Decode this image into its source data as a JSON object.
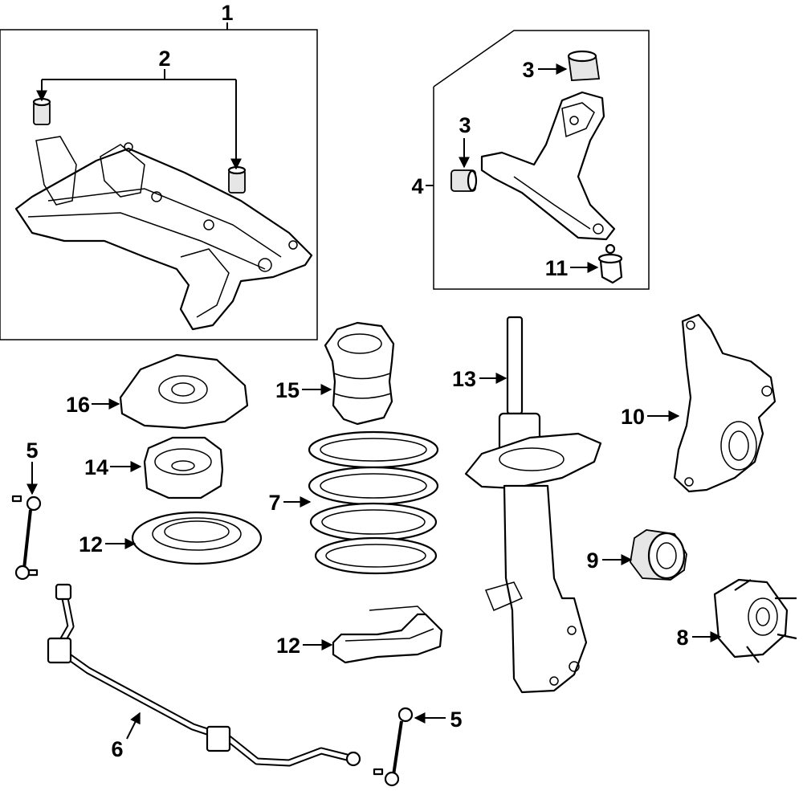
{
  "diagram": {
    "callouts": [
      {
        "id": "c1",
        "label": "1"
      },
      {
        "id": "c2",
        "label": "2"
      },
      {
        "id": "c3a",
        "label": "3"
      },
      {
        "id": "c3b",
        "label": "3"
      },
      {
        "id": "c4",
        "label": "4"
      },
      {
        "id": "c11",
        "label": "11"
      },
      {
        "id": "c16",
        "label": "16"
      },
      {
        "id": "c15",
        "label": "15"
      },
      {
        "id": "c13",
        "label": "13"
      },
      {
        "id": "c10",
        "label": "10"
      },
      {
        "id": "c5a",
        "label": "5"
      },
      {
        "id": "c14",
        "label": "14"
      },
      {
        "id": "c7",
        "label": "7"
      },
      {
        "id": "c12a",
        "label": "12"
      },
      {
        "id": "c9",
        "label": "9"
      },
      {
        "id": "c8",
        "label": "8"
      },
      {
        "id": "c12b",
        "label": "12"
      },
      {
        "id": "c6",
        "label": "6"
      },
      {
        "id": "c5b",
        "label": "5"
      }
    ]
  }
}
